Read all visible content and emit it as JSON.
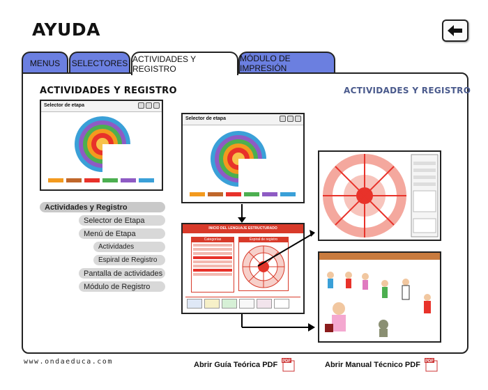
{
  "header": {
    "title": "AYUDA",
    "back_icon": "arrow-left-icon"
  },
  "tabs": [
    {
      "label": "MENUS",
      "active": false
    },
    {
      "label": "SELECTORES",
      "active": false
    },
    {
      "label": "ACTIVIDADES Y REGISTRO",
      "active": true
    },
    {
      "label": "MÓDULO DE IMPRESIÓN",
      "active": false
    }
  ],
  "main": {
    "title": "ACTIVIDADES Y REGISTRO",
    "title_right": "ACTIVIDADES Y REGISTRO",
    "screenshot_selector_1_title": "Selector de etapa",
    "screenshot_selector_2_title": "Selector de etapa",
    "screenshot_menu_title": "INICIO DEL LENGUAJE ESTRUCTURADO",
    "menu_left_title": "Categorías",
    "menu_right_title": "Espiral de registro"
  },
  "nav": {
    "items": [
      {
        "label": "Actividades y Registro",
        "level": "main"
      },
      {
        "label": "Selector de Etapa",
        "level": "item"
      },
      {
        "label": "Menú de Etapa",
        "level": "item"
      },
      {
        "label": "Actividades",
        "level": "sub"
      },
      {
        "label": "Espiral de Registro",
        "level": "sub"
      },
      {
        "label": "Pantalla de actividades",
        "level": "item"
      },
      {
        "label": "Módulo de Registro",
        "level": "item"
      }
    ]
  },
  "footer": {
    "site": "www.ondaeduca.com",
    "pdf_theory": "Abrir Guía Teórica PDF",
    "pdf_manual": "Abrir Manual Técnico PDF",
    "pdf_badge": "PDF"
  },
  "colors": {
    "tab_blue": "#6b7fe0",
    "accent_title": "#4a5a8c",
    "spiral_red": "#e8322a",
    "spiral_orange": "#f39a1e",
    "spiral_green": "#4caf50",
    "spiral_purple": "#8e5bc4",
    "spiral_blue": "#3aa0d8"
  }
}
